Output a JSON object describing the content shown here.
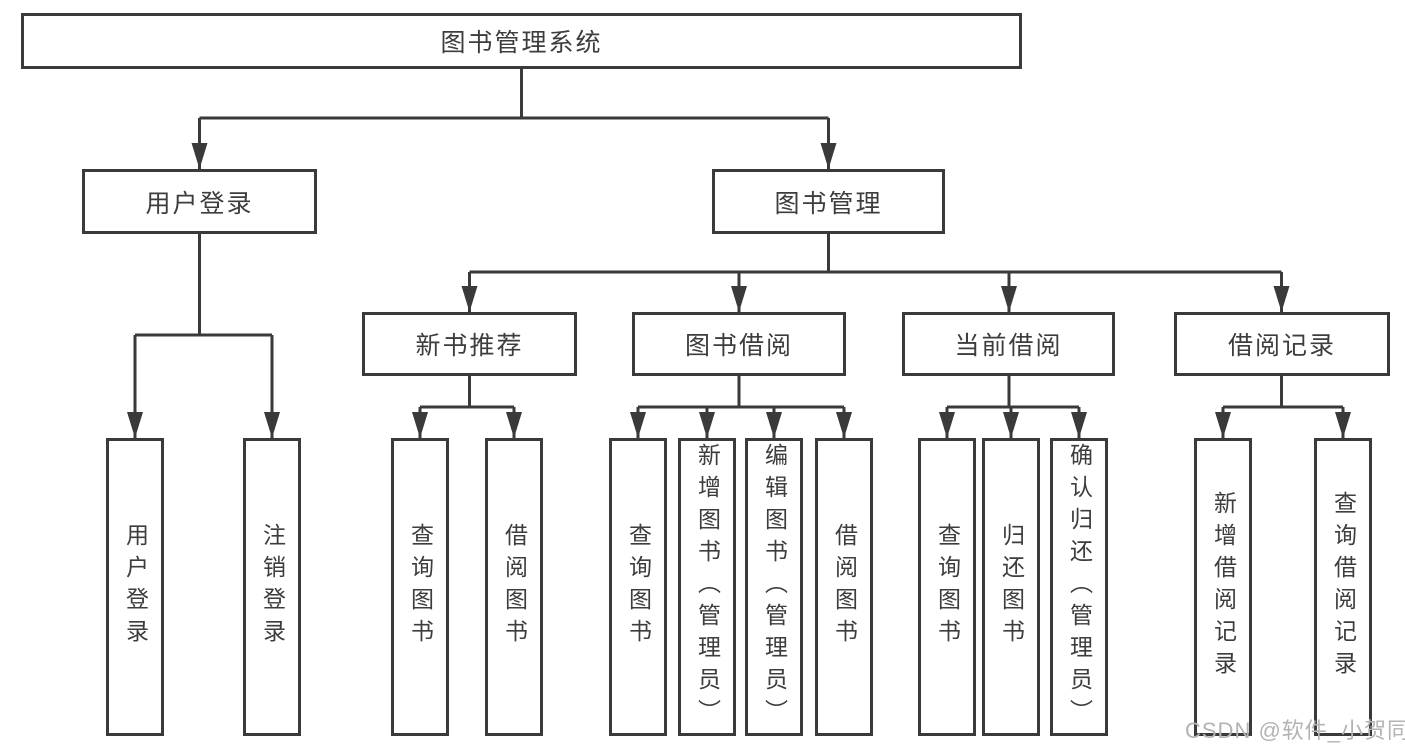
{
  "colors": {
    "line": "#3a3a3a",
    "text": "#3d3d3d",
    "background": "#ffffff",
    "watermark": "#b3b3b3"
  },
  "watermark": {
    "text": "CSDN @软件_小贺同学"
  },
  "tree": {
    "root": {
      "label": "图书管理系统",
      "children": [
        {
          "label": "用户登录",
          "children": [
            {
              "label": "用户登录"
            },
            {
              "label": "注销登录"
            }
          ]
        },
        {
          "label": "图书管理",
          "children": [
            {
              "label": "新书推荐",
              "children": [
                {
                  "label": "查询图书"
                },
                {
                  "label": "借阅图书"
                }
              ]
            },
            {
              "label": "图书借阅",
              "children": [
                {
                  "label": "查询图书"
                },
                {
                  "label": "新增图书（管理员）"
                },
                {
                  "label": "编辑图书（管理员）"
                },
                {
                  "label": "借阅图书"
                }
              ]
            },
            {
              "label": "当前借阅",
              "children": [
                {
                  "label": "查询图书"
                },
                {
                  "label": "归还图书"
                },
                {
                  "label": "确认归还（管理员）"
                }
              ]
            },
            {
              "label": "借阅记录",
              "children": [
                {
                  "label": "新增借阅记录"
                },
                {
                  "label": "查询借阅记录"
                }
              ]
            }
          ]
        }
      ]
    }
  }
}
